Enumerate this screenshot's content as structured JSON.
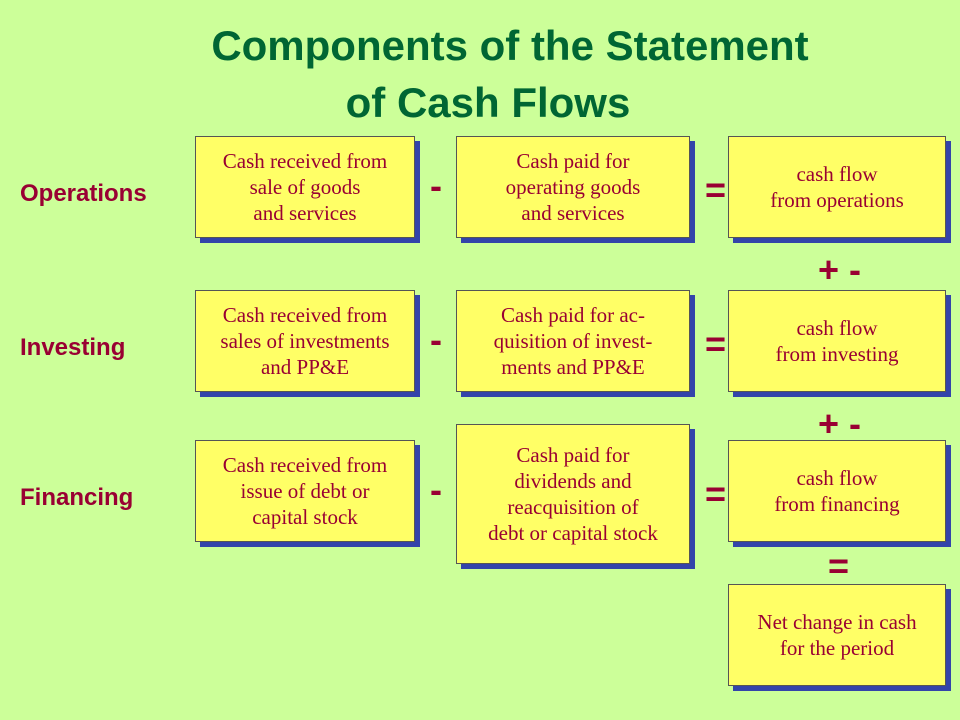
{
  "title": {
    "line1": "Components of the Statement",
    "line2": "of Cash Flows"
  },
  "rows": {
    "operations": {
      "label": "Operations",
      "received": "Cash received from\nsale of goods\nand services",
      "paid": "Cash paid for\noperating goods\nand services",
      "result": "cash flow\nfrom operations"
    },
    "investing": {
      "label": "Investing",
      "received": "Cash received from\nsales of investments\nand PP&E",
      "paid": "Cash paid for ac-\nquisition of invest-\nments and PP&E",
      "result": "cash flow\nfrom investing"
    },
    "financing": {
      "label": "Financing",
      "received": "Cash received from\nissue of debt or\ncapital stock",
      "paid": "Cash paid for\ndividends and\nreacquisition of\ndebt or capital stock",
      "result": "cash flow\nfrom financing"
    }
  },
  "operators": {
    "minus": "-",
    "equals": "=",
    "plus_minus": "+ -"
  },
  "net_change": "Net change in cash\nfor the period",
  "colors": {
    "background": "#ccff99",
    "title": "#006633",
    "text": "#990033",
    "box": "#ffff66",
    "box_shadow": "#3344aa"
  }
}
